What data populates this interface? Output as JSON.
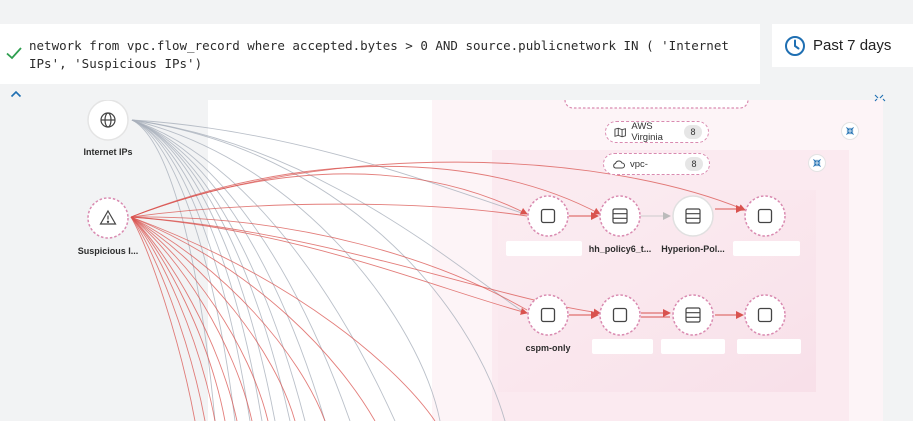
{
  "query": {
    "text": "network from vpc.flow_record where accepted.bytes > 0 AND source.publicnetwork IN ( 'Internet IPs', 'Suspicious IPs')",
    "status_icon": "check-icon"
  },
  "time_range": {
    "label": "Past 7 days",
    "icon": "clock-icon"
  },
  "colors": {
    "accent_blue": "#1f6fb2",
    "success_green": "#2e9e4f",
    "suspicious_edge": "#d9534f",
    "normal_edge": "#a9b0bb",
    "group_border": "#d98ab0"
  },
  "graph": {
    "sources": [
      {
        "label": "Internet IPs",
        "icon": "globe-icon"
      },
      {
        "label": "Suspicious I...",
        "icon": "warning-icon"
      }
    ],
    "groups": [
      {
        "label": "AWS Virginia",
        "count": "8",
        "icon": "map-icon"
      },
      {
        "label": "vpc-",
        "count": "8",
        "icon": "cloud-icon"
      }
    ],
    "row1": [
      {
        "label": "",
        "icon": "instance-icon"
      },
      {
        "label": "hh_policy6_t...",
        "icon": "server-icon"
      },
      {
        "label": "Hyperion-Pol...",
        "icon": "server-icon"
      },
      {
        "label": "",
        "icon": "instance-icon"
      }
    ],
    "row2": [
      {
        "label": "cspm-only",
        "icon": "instance-icon"
      },
      {
        "label": "",
        "icon": "instance-icon"
      },
      {
        "label": "",
        "icon": "server-icon"
      },
      {
        "label": "",
        "icon": "instance-icon"
      }
    ]
  }
}
